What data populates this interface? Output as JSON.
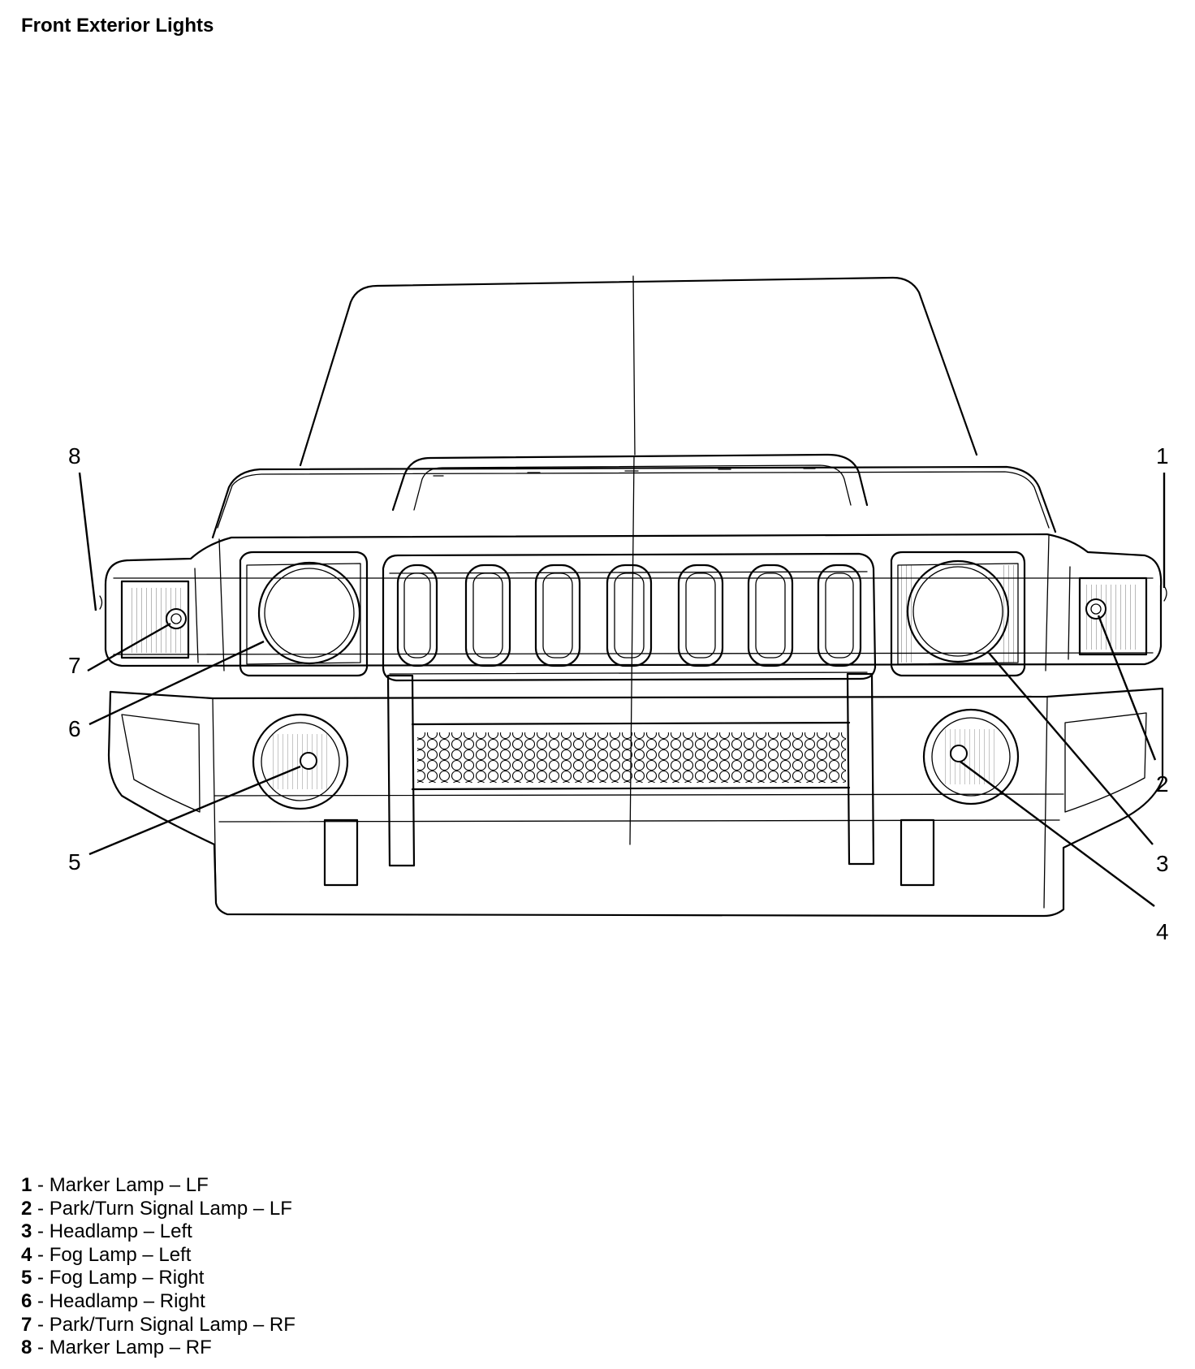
{
  "title": "Front Exterior Lights",
  "callouts": [
    "1",
    "2",
    "3",
    "4",
    "5",
    "6",
    "7",
    "8"
  ],
  "legend": [
    {
      "num": "1",
      "sep": " - ",
      "label": "Marker Lamp – LF"
    },
    {
      "num": "2",
      "sep": " - ",
      "label": "Park/Turn Signal Lamp – LF"
    },
    {
      "num": "3",
      "sep": " - ",
      "label": "Headlamp – Left"
    },
    {
      "num": "4",
      "sep": " - ",
      "label": "Fog Lamp – Left"
    },
    {
      "num": "5",
      "sep": " - ",
      "label": "Fog Lamp – Right"
    },
    {
      "num": "6",
      "sep": " - ",
      "label": "Headlamp – Right"
    },
    {
      "num": "7",
      "sep": " - ",
      "label": "Park/Turn Signal Lamp – RF"
    },
    {
      "num": "8",
      "sep": " - ",
      "label": "Marker Lamp – RF"
    }
  ]
}
